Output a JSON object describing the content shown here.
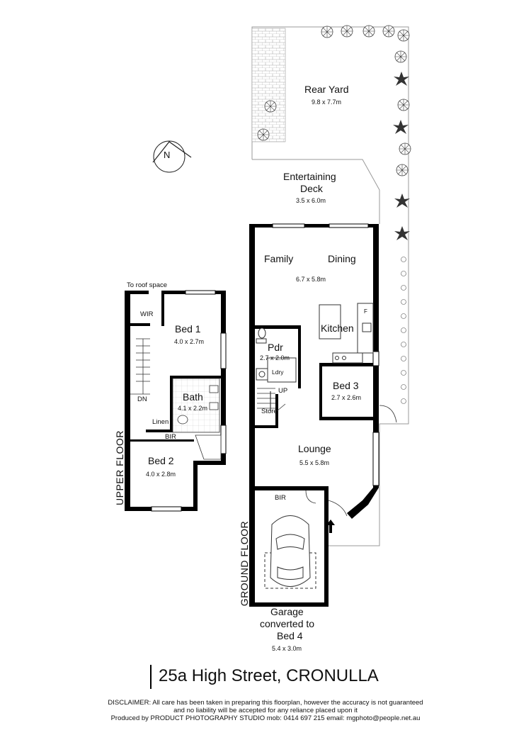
{
  "compass": {
    "label": "N"
  },
  "ground_floor": {
    "floor_label": "GROUND FLOOR",
    "rear_yard": {
      "name": "Rear Yard",
      "dims": "9.8 x 7.7m"
    },
    "deck": {
      "name1": "Entertaining",
      "name2": "Deck",
      "dims": "3.5 x 6.0m"
    },
    "family": {
      "name": "Family"
    },
    "dining": {
      "name": "Dining",
      "dims": "6.7 x 5.8m"
    },
    "kitchen": {
      "name": "Kitchen",
      "fridge": "F"
    },
    "pdr": {
      "name": "Pdr",
      "dims": "2.7 x 2.0m"
    },
    "ldry": {
      "name": "Ldry"
    },
    "up": {
      "label": "UP"
    },
    "store": {
      "name": "Store"
    },
    "bed3": {
      "name": "Bed 3",
      "dims": "2.7 x 2.6m"
    },
    "lounge": {
      "name": "Lounge",
      "dims": "5.5 x 5.8m"
    },
    "bir": {
      "name": "BIR"
    },
    "garage": {
      "name1": "Garage",
      "name2": "converted to",
      "name3": "Bed 4",
      "dims": "5.4 x 3.0m"
    }
  },
  "upper_floor": {
    "floor_label": "UPPER FLOOR",
    "roof": {
      "label": "To roof space"
    },
    "wir": {
      "name": "WIR"
    },
    "bed1": {
      "name": "Bed 1",
      "dims": "4.0 x 2.7m"
    },
    "dn": {
      "label": "DN"
    },
    "bath": {
      "name": "Bath",
      "dims": "4.1 x 2.2m"
    },
    "linen": {
      "name": "Linen"
    },
    "bir": {
      "name": "BIR"
    },
    "bed2": {
      "name": "Bed 2",
      "dims": "4.0 x 2.8m"
    }
  },
  "title": {
    "address": "25a High Street, CRONULLA"
  },
  "disclaimer": {
    "line1": "DISCLAIMER: All care has been taken in preparing this floorplan, however the accuracy is not guaranteed",
    "line2": "and no liability will be accepted for any reliance placed upon it",
    "line3": "Produced by PRODUCT PHOTOGRAPHY STUDIO mob: 0414 697 215 email: mgphoto@people.net.au"
  }
}
